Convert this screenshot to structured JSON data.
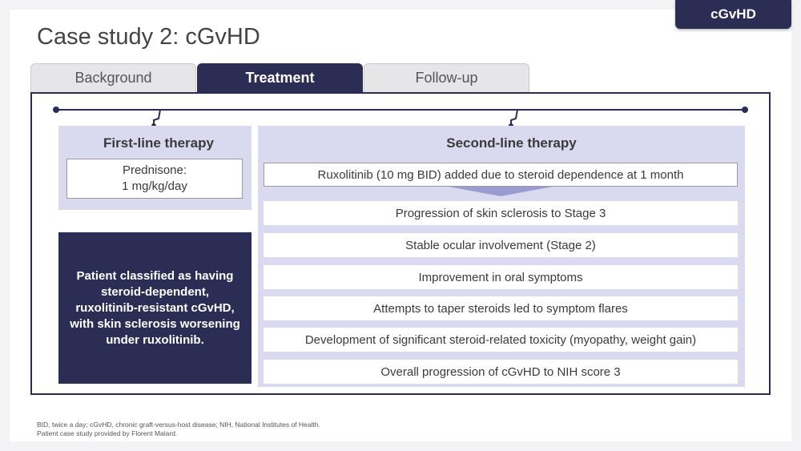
{
  "badge": "cGvHD",
  "title": "Case study 2: cGvHD",
  "tabs": [
    "Background",
    "Treatment",
    "Follow-up"
  ],
  "active_tab": "Treatment",
  "first_line": {
    "heading": "First-line therapy",
    "drug": "Prednisone:",
    "dose": "1 mg/kg/day"
  },
  "classification": "Patient classified as having steroid-dependent, ruxolitinib-resistant cGvHD, with skin sclerosis worsening under ruxolitinib.",
  "second_line": {
    "heading": "Second-line therapy",
    "items": [
      "Ruxolitinib (10 mg BID) added due to steroid dependence at 1 month",
      "Progression of skin sclerosis to Stage 3",
      "Stable ocular involvement (Stage 2)",
      "Improvement in oral symptoms",
      "Attempts to taper steroids led to symptom flares",
      "Development of significant steroid-related toxicity (myopathy, weight gain)",
      "Overall progression of cGvHD to NIH score 3"
    ]
  },
  "footnotes": [
    "BID, twice a day; cGvHD, chronic graft-versus-host disease; NIH, National Institutes of Health.",
    "Patient case study provided by Florent Malard."
  ],
  "colors": {
    "navy": "#2c2d55",
    "lavender": "#d9d9ef",
    "tab_gray": "#e6e6e9"
  }
}
